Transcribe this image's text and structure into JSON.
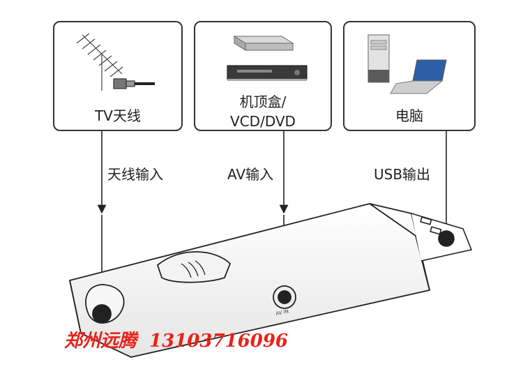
{
  "devices": {
    "antenna": {
      "label": "TV天线",
      "icon": "antenna-icon"
    },
    "settop": {
      "label_line1": "机顶盒/",
      "label_line2": "VCD/DVD",
      "icon": "settop-box-icon"
    },
    "computer": {
      "label": "电脑",
      "icon": "computer-icon"
    }
  },
  "connections": {
    "antenna_input": "天线输入",
    "av_input": "AV输入",
    "usb_output": "USB输出"
  },
  "dongle": {
    "port_label": "AV IN"
  },
  "watermark": {
    "company": "郑州远腾",
    "phone": "13103716096",
    "color": "#e8231a"
  }
}
